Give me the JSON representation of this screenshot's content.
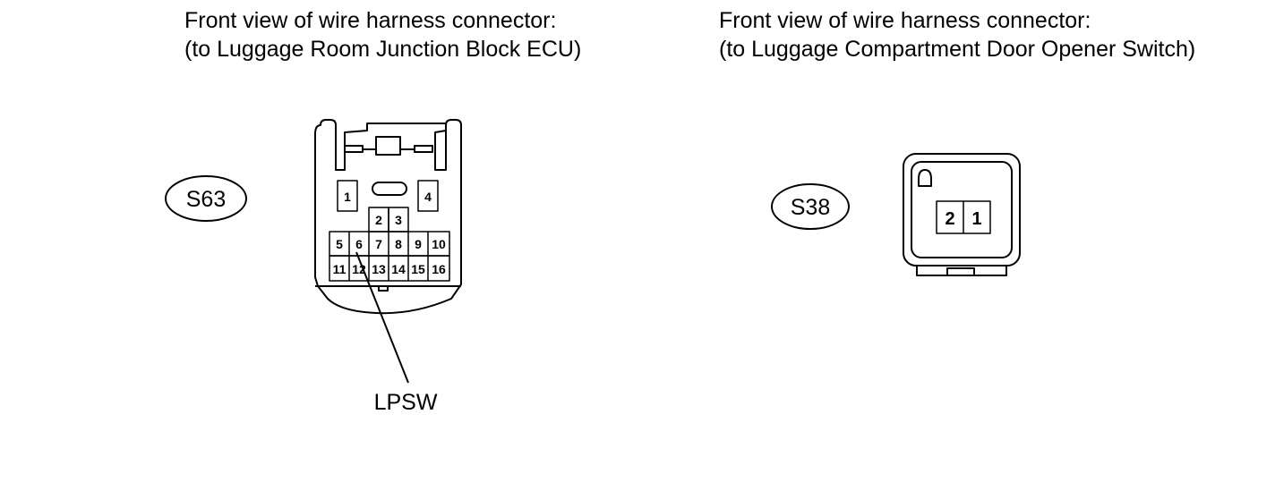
{
  "left_connector": {
    "caption_line1": "Front view of wire harness connector:",
    "caption_line2": "(to Luggage Room Junction Block ECU)",
    "code": "S63",
    "pins": {
      "p1": "1",
      "p2": "2",
      "p3": "3",
      "p4": "4",
      "p5": "5",
      "p6": "6",
      "p7": "7",
      "p8": "8",
      "p9": "9",
      "p10": "10",
      "p11": "11",
      "p12": "12",
      "p13": "13",
      "p14": "14",
      "p15": "15",
      "p16": "16"
    },
    "callout": "LPSW"
  },
  "right_connector": {
    "caption_line1": "Front view of wire harness connector:",
    "caption_line2": "(to Luggage Compartment Door Opener Switch)",
    "code": "S38",
    "pins": {
      "p2": "2",
      "p1": "1"
    }
  }
}
